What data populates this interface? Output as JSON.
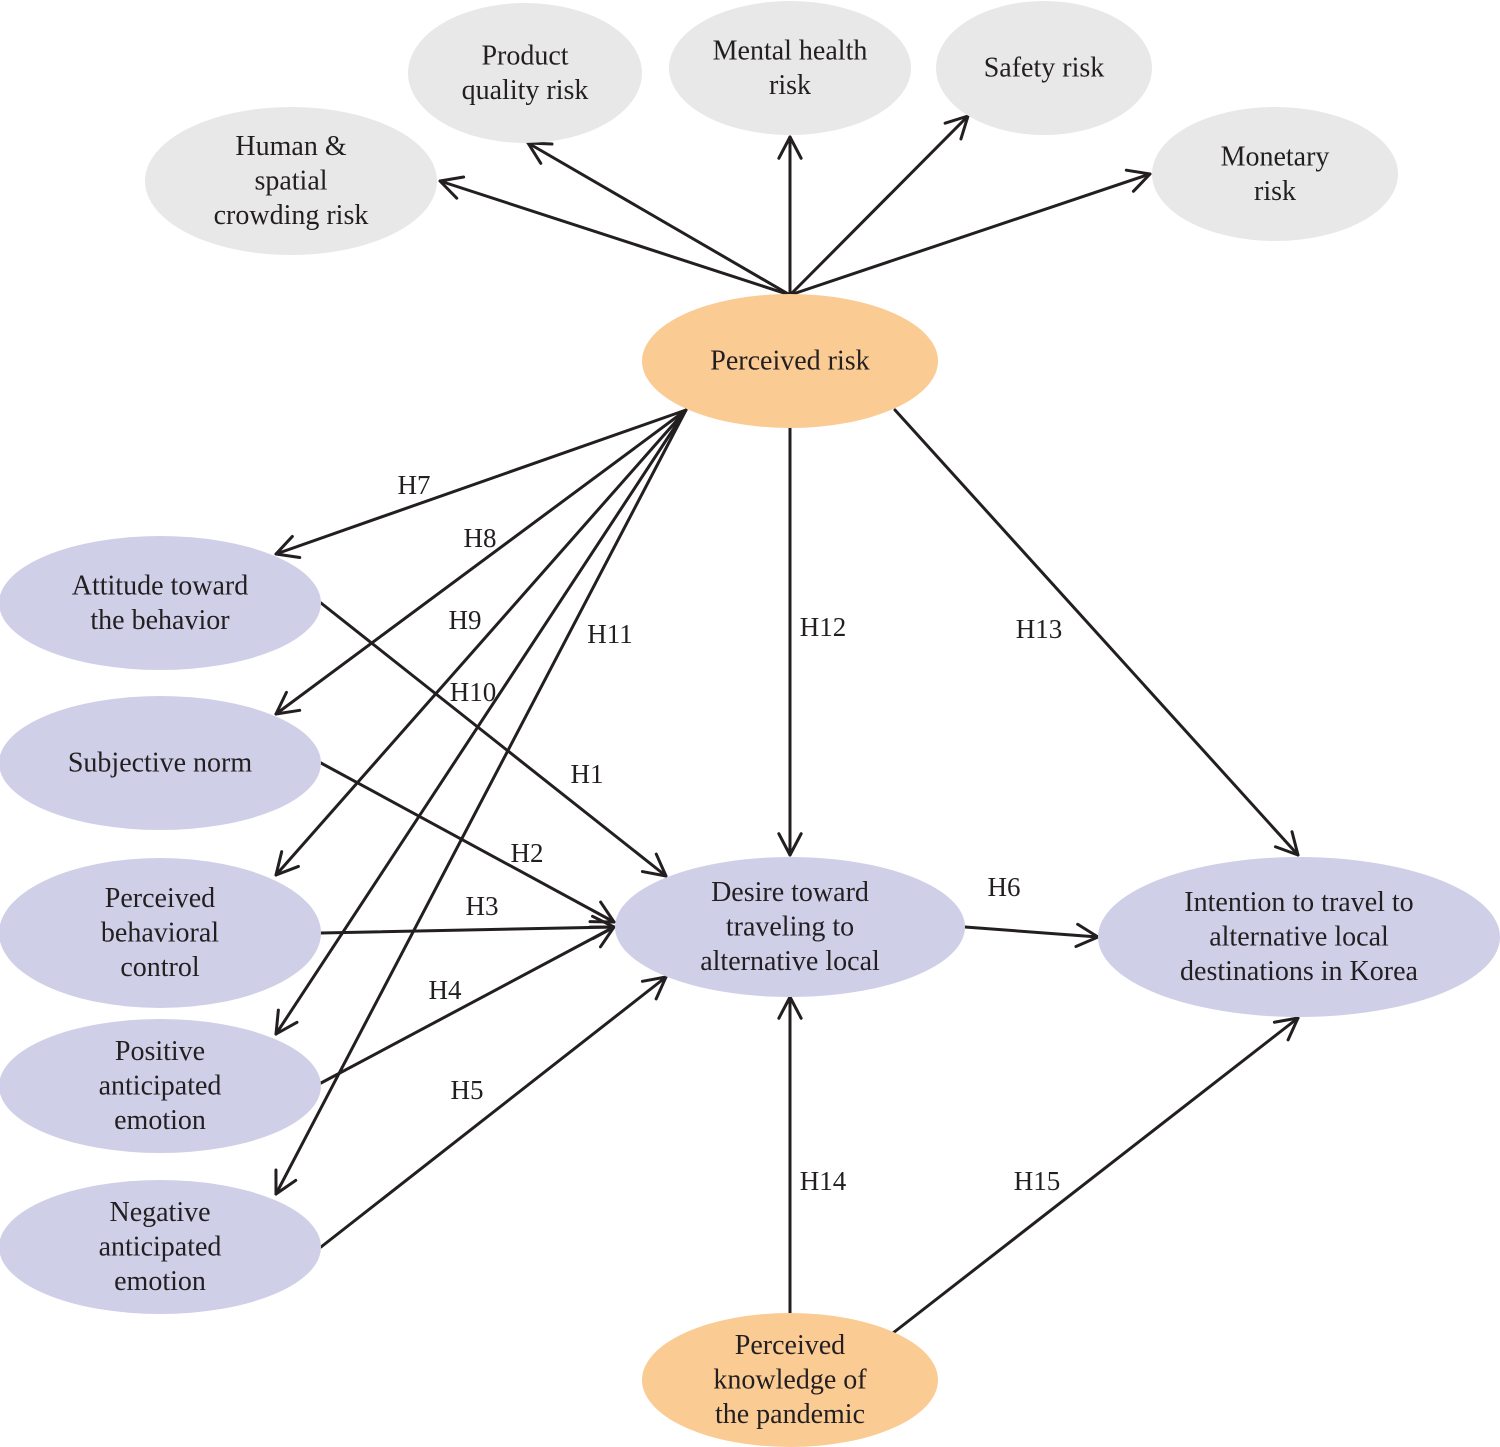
{
  "colors": {
    "grey": "#e8e8e8",
    "purple": "#cfcfe8",
    "orange": "#fbcb94",
    "line": "#231f20",
    "text": "#231f20"
  },
  "nodes": [
    {
      "id": "product-quality-risk",
      "lines": [
        "Product",
        "quality risk"
      ],
      "fill": "grey"
    },
    {
      "id": "mental-health-risk",
      "lines": [
        "Mental health",
        "risk"
      ],
      "fill": "grey"
    },
    {
      "id": "safety-risk",
      "lines": [
        "Safety risk"
      ],
      "fill": "grey"
    },
    {
      "id": "human-spatial-crowding-risk",
      "lines": [
        "Human &",
        "spatial",
        "crowding risk"
      ],
      "fill": "grey"
    },
    {
      "id": "monetary-risk",
      "lines": [
        "Monetary",
        "risk"
      ],
      "fill": "grey"
    },
    {
      "id": "perceived-risk",
      "lines": [
        "Perceived risk"
      ],
      "fill": "orange"
    },
    {
      "id": "attitude-toward-behavior",
      "lines": [
        "Attitude toward",
        "the behavior"
      ],
      "fill": "purple"
    },
    {
      "id": "subjective-norm",
      "lines": [
        "Subjective norm"
      ],
      "fill": "purple"
    },
    {
      "id": "perceived-behavioral-control",
      "lines": [
        "Perceived",
        "behavioral",
        "control"
      ],
      "fill": "purple"
    },
    {
      "id": "positive-anticipated-emotion",
      "lines": [
        "Positive",
        "anticipated",
        "emotion"
      ],
      "fill": "purple"
    },
    {
      "id": "negative-anticipated-emotion",
      "lines": [
        "Negative",
        "anticipated",
        "emotion"
      ],
      "fill": "purple"
    },
    {
      "id": "desire-toward-traveling",
      "lines": [
        "Desire toward",
        "traveling to",
        "alternative local"
      ],
      "fill": "purple"
    },
    {
      "id": "intention-to-travel",
      "lines": [
        "Intention to travel to",
        "alternative local",
        "destinations in Korea"
      ],
      "fill": "purple"
    },
    {
      "id": "perceived-knowledge-pandemic",
      "lines": [
        "Perceived",
        "knowledge of",
        "the pandemic"
      ],
      "fill": "orange"
    }
  ],
  "edges": [
    {
      "id": "pr-human",
      "label": ""
    },
    {
      "id": "pr-product",
      "label": ""
    },
    {
      "id": "pr-mental",
      "label": ""
    },
    {
      "id": "pr-safety",
      "label": ""
    },
    {
      "id": "pr-monetary",
      "label": ""
    },
    {
      "id": "h7",
      "label": "H7"
    },
    {
      "id": "h8",
      "label": "H8"
    },
    {
      "id": "h9",
      "label": "H9"
    },
    {
      "id": "h10",
      "label": "H10"
    },
    {
      "id": "h11",
      "label": "H11"
    },
    {
      "id": "h12",
      "label": "H12"
    },
    {
      "id": "h13",
      "label": "H13"
    },
    {
      "id": "h1",
      "label": "H1"
    },
    {
      "id": "h2",
      "label": "H2"
    },
    {
      "id": "h3",
      "label": "H3"
    },
    {
      "id": "h4",
      "label": "H4"
    },
    {
      "id": "h5",
      "label": "H5"
    },
    {
      "id": "h6",
      "label": "H6"
    },
    {
      "id": "h14",
      "label": "H14"
    },
    {
      "id": "h15",
      "label": "H15"
    }
  ]
}
